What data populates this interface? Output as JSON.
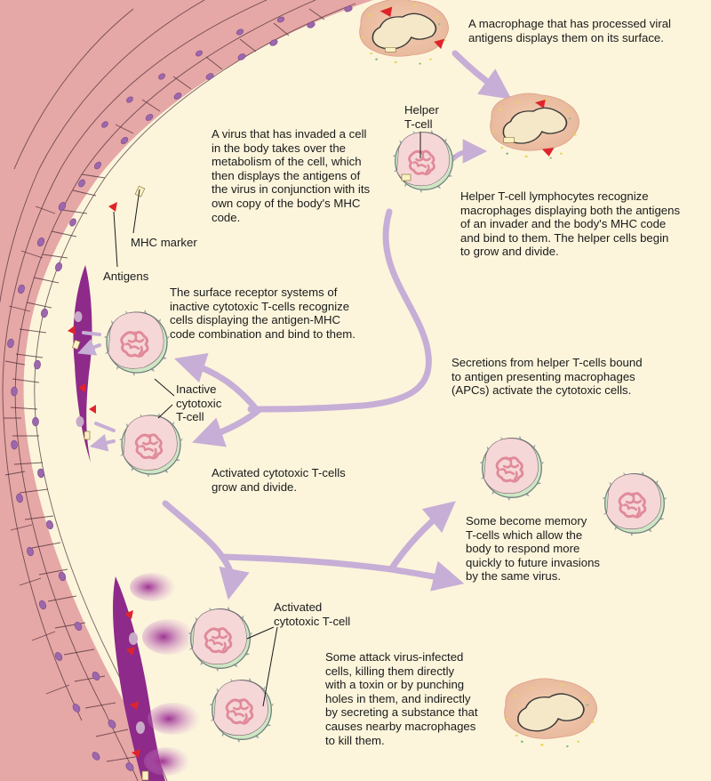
{
  "captions": {
    "macrophage": "A macrophage that has processed viral\nantigens displays them on its surface.",
    "virus": "A virus that has invaded a cell\nin the body takes over the\nmetabolism of the cell, which\nthen displays the antigens of\nthe virus in conjunction with its\nown copy of the body's MHC\ncode.",
    "helper": "Helper T-cell lymphocytes recognize\nmacrophages displaying both the antigens\nof an invader and the body's MHC code\nand bind to them. The helper cells begin\nto grow and divide.",
    "receptor": "The surface receptor systems of\ninactive cytotoxic T-cells recognize\ncells displaying the antigen-MHC\ncode combination and bind to them.",
    "secretions": "Secretions from helper T-cells bound\nto antigen presenting macrophages\n(APCs) activate the cytotoxic cells.",
    "activated_grow": "Activated cytotoxic T-cells\ngrow and divide.",
    "memory": "Some become memory\nT-cells which allow the\nbody to respond more\nquickly to future invasions\nby the same virus.",
    "attack": "Some attack virus-infected\ncells, killing them directly\nwith a toxin or by punching\nholes in them, and indirectly\nby secreting a substance that\ncauses nearby macrophages\nto kill them."
  },
  "labels": {
    "helper_tcell": "Helper\nT-cell",
    "mhc_marker": "MHC marker",
    "antigens": "Antigens",
    "inactive_tcell": "Inactive\ncytotoxic\nT-cell",
    "activated_tcell": "Activated\ncytotoxic T-cell"
  },
  "colors": {
    "background": "#fcf5dc",
    "tissue": "#e6a7a7",
    "infected_cell": "#8e2a8a",
    "nucleus": "#9c67ad",
    "arrow": "#c7aed6",
    "antigen": "#e0242c",
    "macrophage": "#eec4a6",
    "tcell_cytoplasm": "#cfe6c4"
  }
}
